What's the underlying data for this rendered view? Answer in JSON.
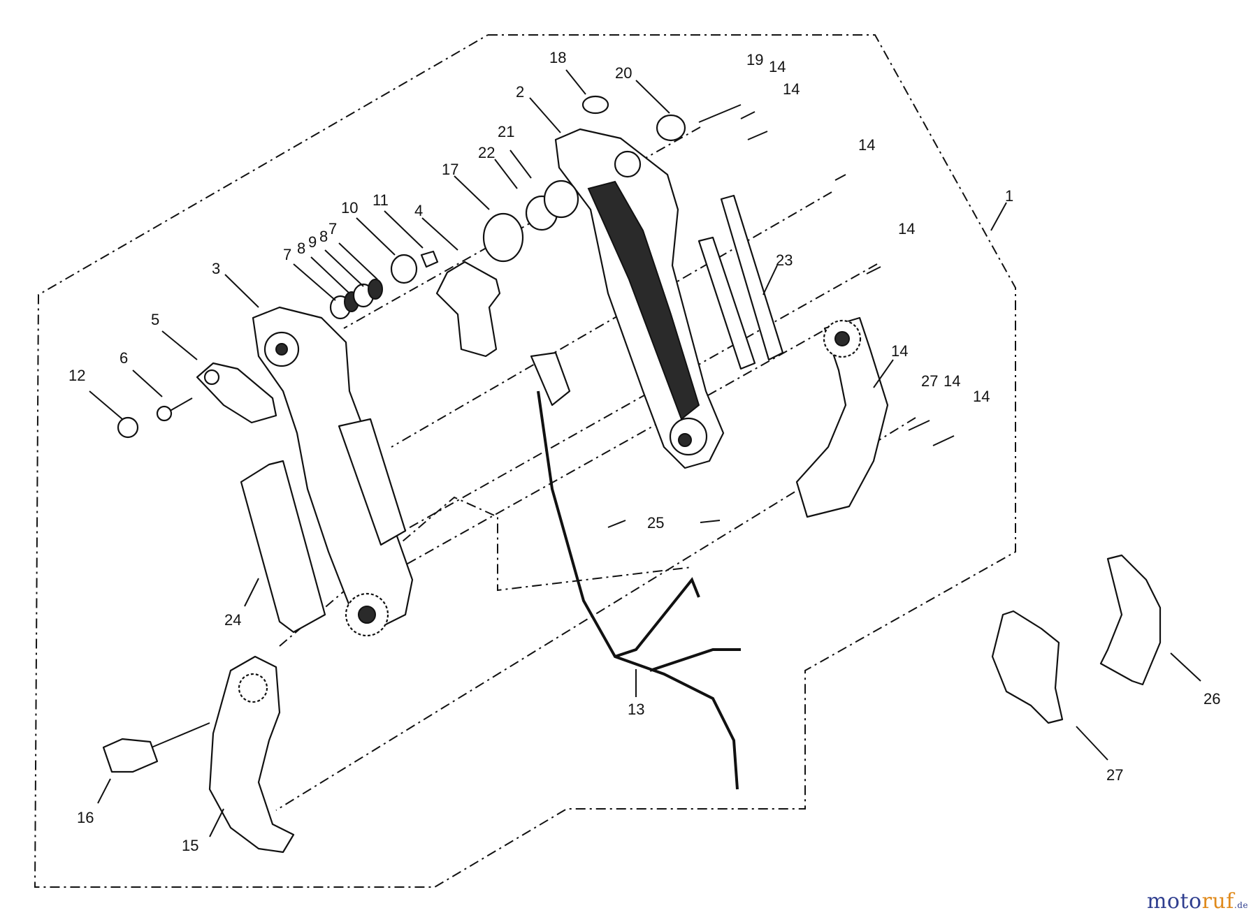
{
  "callouts": [
    {
      "id": "1",
      "label": "1"
    },
    {
      "id": "2",
      "label": "2"
    },
    {
      "id": "3",
      "label": "3"
    },
    {
      "id": "4",
      "label": "4"
    },
    {
      "id": "5",
      "label": "5"
    },
    {
      "id": "6",
      "label": "6"
    },
    {
      "id": "7a",
      "label": "7"
    },
    {
      "id": "7b",
      "label": "7"
    },
    {
      "id": "8a",
      "label": "8"
    },
    {
      "id": "8b",
      "label": "8"
    },
    {
      "id": "9",
      "label": "9"
    },
    {
      "id": "10",
      "label": "10"
    },
    {
      "id": "11",
      "label": "11"
    },
    {
      "id": "12",
      "label": "12"
    },
    {
      "id": "13",
      "label": "13"
    },
    {
      "id": "14a",
      "label": "14"
    },
    {
      "id": "14b",
      "label": "14"
    },
    {
      "id": "14c",
      "label": "14"
    },
    {
      "id": "14d",
      "label": "14"
    },
    {
      "id": "14e",
      "label": "14"
    },
    {
      "id": "14f",
      "label": "14"
    },
    {
      "id": "14g",
      "label": "14"
    },
    {
      "id": "15",
      "label": "15"
    },
    {
      "id": "16",
      "label": "16"
    },
    {
      "id": "17",
      "label": "17"
    },
    {
      "id": "18",
      "label": "18"
    },
    {
      "id": "19",
      "label": "19"
    },
    {
      "id": "20",
      "label": "20"
    },
    {
      "id": "21",
      "label": "21"
    },
    {
      "id": "22",
      "label": "22"
    },
    {
      "id": "23",
      "label": "23"
    },
    {
      "id": "24",
      "label": "24"
    },
    {
      "id": "25",
      "label": "25"
    },
    {
      "id": "26",
      "label": "26"
    },
    {
      "id": "27a",
      "label": "27"
    },
    {
      "id": "27b",
      "label": "27"
    }
  ],
  "watermark": {
    "part1": "moto",
    "part2": "ruf",
    "suffix": ".de"
  }
}
